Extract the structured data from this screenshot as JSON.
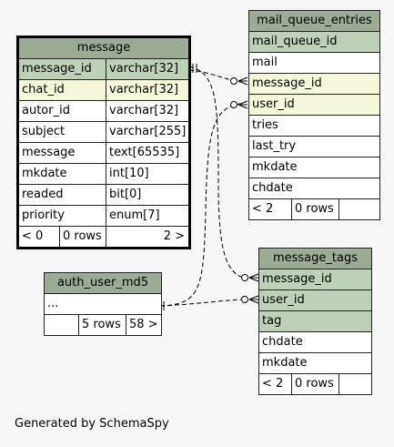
{
  "tables": {
    "message": {
      "title": "message",
      "rows": [
        {
          "name": "message_id",
          "type": "varchar[32]"
        },
        {
          "name": "chat_id",
          "type": "varchar[32]"
        },
        {
          "name": "autor_id",
          "type": "varchar[32]"
        },
        {
          "name": "subject",
          "type": "varchar[255]"
        },
        {
          "name": "message",
          "type": "text[65535]"
        },
        {
          "name": "mkdate",
          "type": "int[10]"
        },
        {
          "name": "readed",
          "type": "bit[0]"
        },
        {
          "name": "priority",
          "type": "enum[7]"
        }
      ],
      "footer": {
        "parents": "< 0",
        "rows": "0 rows",
        "children": "2 >"
      }
    },
    "mail_queue_entries": {
      "title": "mail_queue_entries",
      "rows": [
        "mail_queue_id",
        "mail",
        "message_id",
        "user_id",
        "tries",
        "last_try",
        "mkdate",
        "chdate"
      ],
      "footer": {
        "parents": "< 2",
        "rows": "0 rows"
      }
    },
    "message_tags": {
      "title": "message_tags",
      "rows": [
        "message_id",
        "user_id",
        "tag",
        "chdate",
        "mkdate"
      ],
      "footer": {
        "parents": "< 2",
        "rows": "0 rows"
      }
    },
    "auth_user_md5": {
      "title": "auth_user_md5",
      "rows": [
        "..."
      ],
      "footer": {
        "rows": "5 rows",
        "children": "58 >"
      }
    }
  },
  "footer_text": "Generated by SchemaSpy"
}
